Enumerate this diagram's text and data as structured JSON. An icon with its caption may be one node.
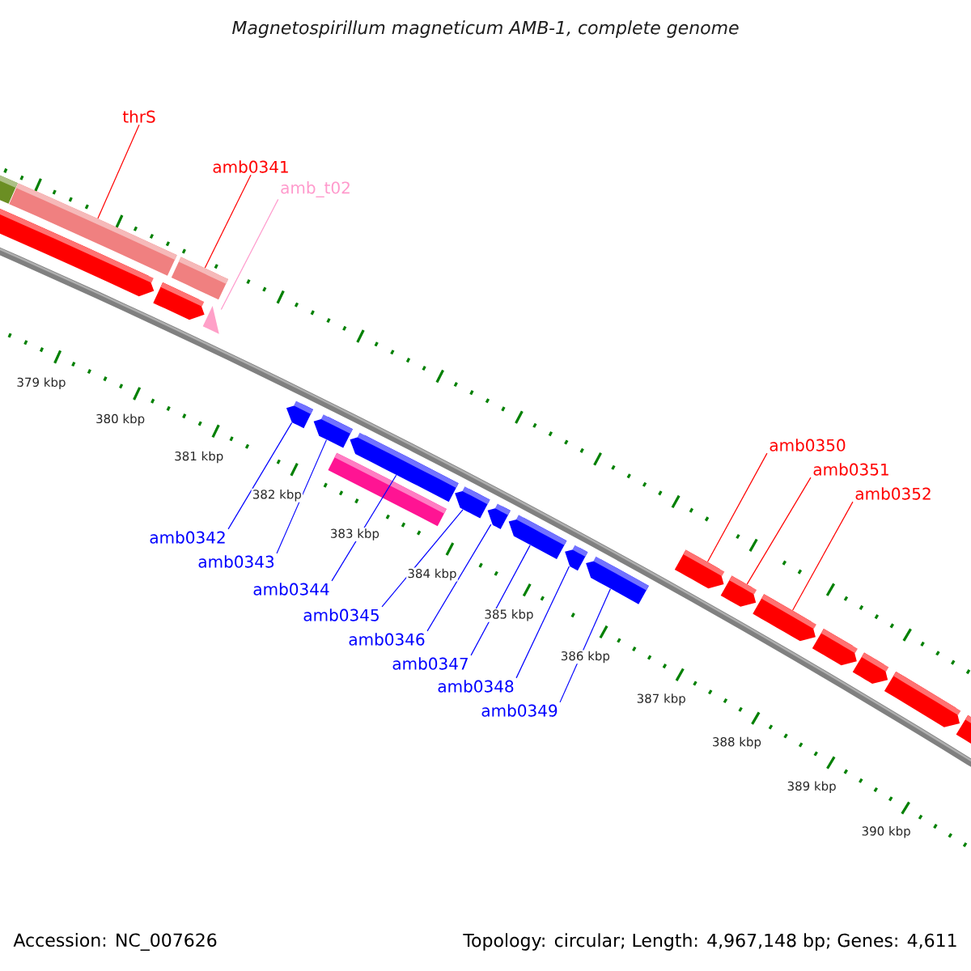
{
  "diagram": {
    "title": "Magnetospirillum magneticum AMB-1, complete genome",
    "nodes": [
      {
        "text": [
          "thrS"
        ]
      },
      {
        "text": [
          "amb0341"
        ]
      },
      {
        "text": [
          "amb_t02"
        ]
      },
      {
        "text": [
          "amb0342"
        ]
      },
      {
        "text": [
          "amb0343"
        ]
      },
      {
        "text": [
          "amb0344"
        ]
      },
      {
        "text": [
          "amb0345"
        ]
      },
      {
        "text": [
          "amb0346"
        ]
      },
      {
        "text": [
          "amb0347"
        ]
      },
      {
        "text": [
          "amb0348"
        ]
      },
      {
        "text": [
          "amb0349"
        ]
      },
      {
        "text": [
          "amb0350"
        ]
      },
      {
        "text": [
          "amb0351"
        ]
      },
      {
        "text": [
          "amb0352"
        ]
      },
      {
        "text": [],
        "shape": "bar"
      },
      {
        "text": [],
        "shape": "bar"
      },
      {
        "text": [],
        "shape": "bar"
      },
      {
        "text": [],
        "shape": "bar"
      },
      {
        "text": [],
        "shape": "bar"
      },
      {
        "text": [],
        "shape": "triangle"
      },
      {
        "text": [],
        "shape": "bar"
      },
      {
        "text": [],
        "shape": "bar"
      },
      {
        "text": [],
        "shape": "bar"
      },
      {
        "text": [],
        "shape": "bar"
      },
      {
        "text": [],
        "shape": "bar"
      },
      {
        "text": [],
        "shape": "bar"
      },
      {
        "text": [],
        "shape": "bar"
      },
      {
        "text": [],
        "shape": "bar"
      },
      {
        "text": [],
        "shape": "bar"
      },
      {
        "text": [],
        "shape": "bar"
      },
      {
        "text": [],
        "shape": "bar"
      },
      {
        "text": [],
        "shape": "bar"
      },
      {
        "text": [],
        "shape": "bar"
      },
      {
        "text": [],
        "shape": "bar"
      },
      {
        "text": [],
        "shape": "bar"
      },
      {
        "text": [],
        "shape": "bar"
      }
    ],
    "edges": [
      {
        "from": 0,
        "to": 15,
        "arrow": "none",
        "color": "#ff0000"
      },
      {
        "from": 1,
        "to": 16,
        "arrow": "none",
        "color": "#ff0000"
      },
      {
        "from": 2,
        "to": 19,
        "arrow": "none",
        "color": "#ff99cc"
      },
      {
        "from": 3,
        "to": 20,
        "arrow": "none"
      },
      {
        "from": 4,
        "to": 21,
        "arrow": "none"
      },
      {
        "from": 5,
        "to": 22,
        "arrow": "none"
      },
      {
        "from": 6,
        "to": 23,
        "arrow": "none"
      },
      {
        "from": 7,
        "to": 24,
        "arrow": "none"
      },
      {
        "from": 8,
        "to": 25,
        "arrow": "none"
      },
      {
        "from": 9,
        "to": 26,
        "arrow": "none"
      },
      {
        "from": 10,
        "to": 27,
        "arrow": "none"
      },
      {
        "from": 11,
        "to": 29,
        "arrow": "none",
        "color": "#ff0000"
      },
      {
        "from": 12,
        "to": 30,
        "arrow": "none",
        "color": "#ff0000"
      },
      {
        "from": 13,
        "to": 31,
        "arrow": "none",
        "color": "#ff0000"
      }
    ],
    "labels": [
      "379 kbp",
      "380 kbp",
      "381 kbp",
      "382 kbp",
      "383 kbp",
      "384 kbp",
      "385 kbp",
      "386 kbp",
      "387 kbp",
      "388 kbp",
      "389 kbp",
      "390 kbp",
      "Accession: NC_007626",
      "Topology: circular; Length: 4,967,148 bp; Genes: 4,611"
    ]
  }
}
